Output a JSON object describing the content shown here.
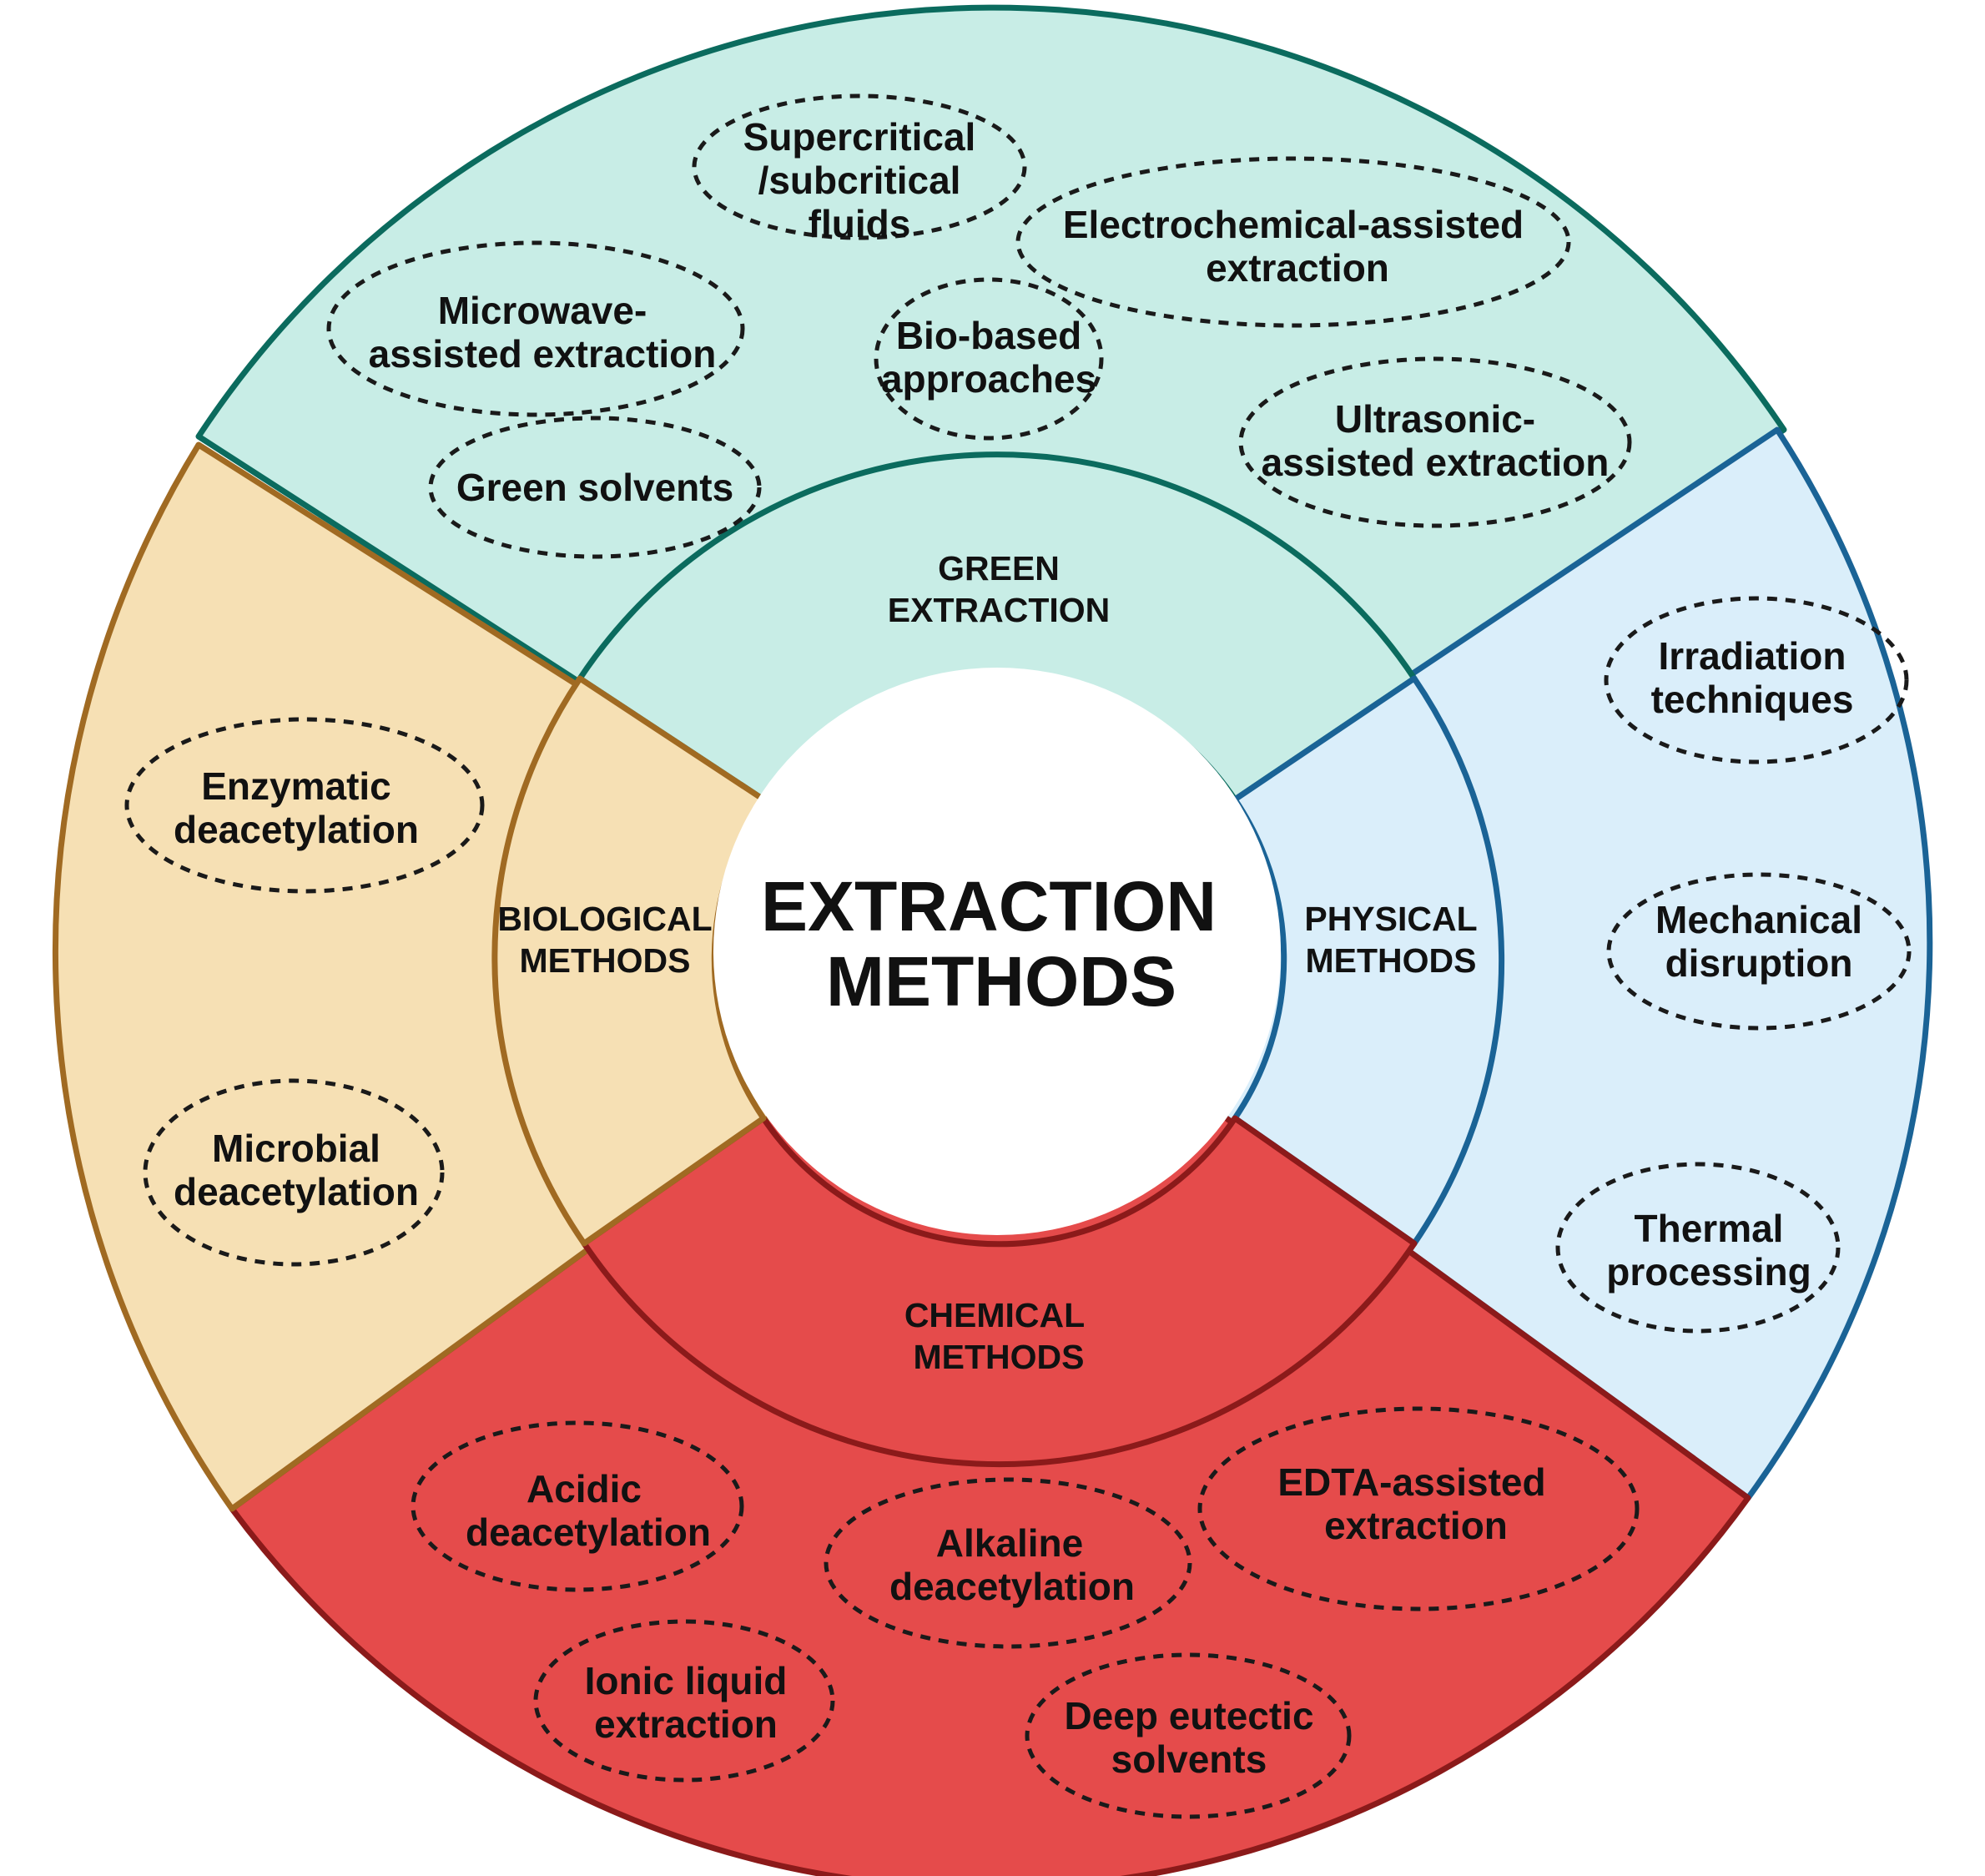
{
  "center": {
    "line1": "EXTRACTION",
    "line2": "METHODS"
  },
  "colors": {
    "green_fill": "#c8ede6",
    "green_stroke": "#0b6b5e",
    "physical_fill": "#daeefa",
    "physical_stroke": "#1a6396",
    "chemical_fill": "#e54b4b",
    "chemical_stroke": "#8b1a1a",
    "biological_fill": "#f6e0b4",
    "biological_stroke": "#a06a22"
  },
  "categories": {
    "green": {
      "line1": "GREEN",
      "line2": "EXTRACTION"
    },
    "physical": {
      "line1": "PHYSICAL",
      "line2": "METHODS"
    },
    "chemical": {
      "line1": "CHEMICAL",
      "line2": "METHODS"
    },
    "biological": {
      "line1": "BIOLOGICAL",
      "line2": "METHODS"
    }
  },
  "green_items": {
    "supercritical": {
      "line1": "Supercritical",
      "line2": "/subcritical",
      "line3": "fluids"
    },
    "electrochemical": {
      "line1": "Electrochemical-assisted",
      "line2": "extraction"
    },
    "microwave": {
      "line1": "Microwave-",
      "line2": "assisted extraction"
    },
    "biobased": {
      "line1": "Bio-based",
      "line2": "approaches"
    },
    "green_solvents": {
      "line1": "Green solvents"
    },
    "ultrasonic": {
      "line1": "Ultrasonic-",
      "line2": "assisted extraction"
    }
  },
  "physical_items": {
    "irradiation": {
      "line1": "Irradiation",
      "line2": "techniques"
    },
    "mechanical": {
      "line1": "Mechanical",
      "line2": "disruption"
    },
    "thermal": {
      "line1": "Thermal",
      "line2": "processing"
    }
  },
  "chemical_items": {
    "acidic": {
      "line1": "Acidic",
      "line2": "deacetylation"
    },
    "alkaline": {
      "line1": "Alkaline",
      "line2": "deacetylation"
    },
    "edta": {
      "line1": "EDTA-assisted",
      "line2": "extraction"
    },
    "ionic": {
      "line1": "Ionic liquid",
      "line2": "extraction"
    },
    "des": {
      "line1": "Deep eutectic",
      "line2": "solvents"
    }
  },
  "biological_items": {
    "enzymatic": {
      "line1": "Enzymatic",
      "line2": "deacetylation"
    },
    "microbial": {
      "line1": "Microbial",
      "line2": "deacetylation"
    }
  }
}
